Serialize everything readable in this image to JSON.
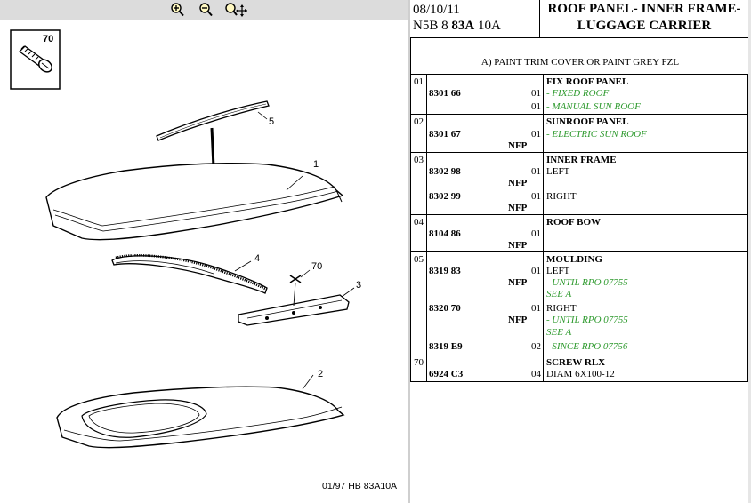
{
  "toolbar": {
    "zoom_in": "zoom-in-icon",
    "zoom_out": "zoom-out-icon",
    "zoom_pan": "zoom-pan-icon"
  },
  "diagram": {
    "inset_callout": "70",
    "callouts": [
      "1",
      "2",
      "3",
      "4",
      "5",
      "70"
    ],
    "reference": "01/97 HB 83A10A"
  },
  "header": {
    "date": "08/10/11",
    "code_prefix": "N5B 8 ",
    "code_bold": "83A",
    "code_suffix": " 10A",
    "title_line1": "ROOF PANEL- INNER FRAME-",
    "title_line2": "LUGGAGE CARRIER"
  },
  "notes": {
    "text": "A) PAINT TRIM COVER OR PAINT GREY FZL"
  },
  "parts": [
    {
      "ref": "01",
      "rows": [
        {
          "number": "8301 66",
          "nfp": "",
          "qty": "01",
          "desc": "FIX ROOF PANEL",
          "variants": [
            {
              "qty": "01",
              "text": "- FIXED ROOF"
            },
            {
              "qty": "01",
              "text": "- MANUAL SUN ROOF"
            }
          ]
        }
      ]
    },
    {
      "ref": "02",
      "rows": [
        {
          "number": "8301 67",
          "nfp": "NFP",
          "desc": "SUNROOF PANEL",
          "variants": [
            {
              "qty": "01",
              "text": "- ELECTRIC SUN ROOF"
            }
          ]
        }
      ]
    },
    {
      "ref": "03",
      "desc": "INNER FRAME",
      "rows": [
        {
          "number": "8302 98",
          "nfp": "NFP",
          "qty": "01",
          "side": "LEFT"
        },
        {
          "number": "8302 99",
          "nfp": "NFP",
          "qty": "01",
          "side": "RIGHT"
        }
      ]
    },
    {
      "ref": "04",
      "desc": "ROOF BOW",
      "rows": [
        {
          "number": "8104 86",
          "nfp": "NFP",
          "qty": "01"
        }
      ]
    },
    {
      "ref": "05",
      "desc": "MOULDING",
      "rows": [
        {
          "number": "8319 83",
          "nfp": "NFP",
          "qty": "01",
          "side": "LEFT",
          "note1": "- UNTIL RPO 07755",
          "note2": "SEE A"
        },
        {
          "number": "8320 70",
          "nfp": "NFP",
          "qty": "01",
          "side": "RIGHT",
          "note1": "- UNTIL RPO 07755",
          "note2": "SEE A"
        },
        {
          "number": "8319 E9",
          "nfp": "",
          "qty": "02",
          "note1": "- SINCE RPO 07756"
        }
      ]
    },
    {
      "ref": "70",
      "desc": "SCREW RLX",
      "rows": [
        {
          "number": "6924 C3",
          "nfp": "",
          "qty": "04",
          "spec": "DIAM 6X100-12"
        }
      ]
    }
  ]
}
